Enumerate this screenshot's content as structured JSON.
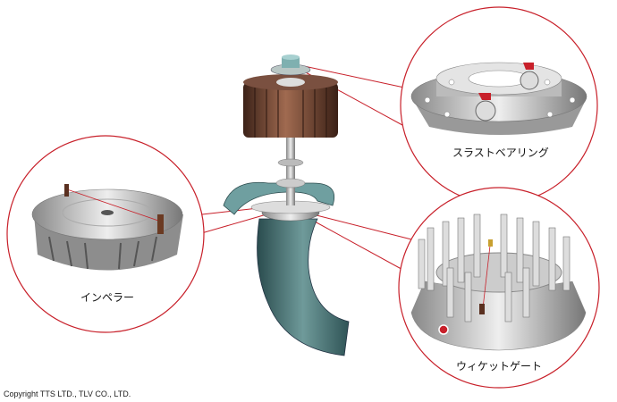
{
  "labels": {
    "thrust_bearing": "スラストベアリング",
    "impeller": "インペラー",
    "wicket_gate": "ウィケットゲート"
  },
  "copyright": "Copyright TTS LTD., TLV CO., LTD.",
  "colors": {
    "callout": "#c8202a",
    "rotor": "#6b4030",
    "casing": "#3f6e6e",
    "metal": "#c8c8c8"
  }
}
